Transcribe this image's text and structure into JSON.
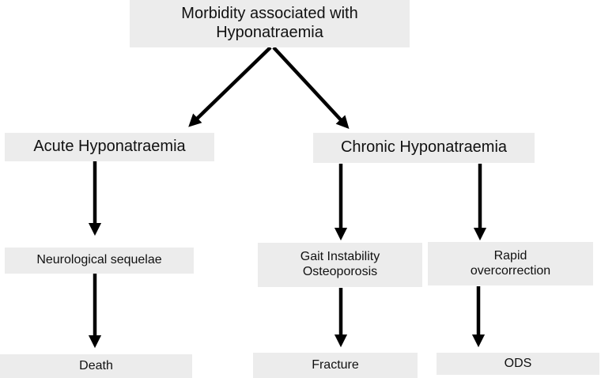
{
  "diagram": {
    "root": {
      "lines": [
        "Morbidity associated with",
        "Hyponatraemia"
      ]
    },
    "acute": {
      "label": "Acute Hyponatraemia"
    },
    "chronic": {
      "label": "Chronic Hyponatraemia"
    },
    "neuro": {
      "label": "Neurological sequelae"
    },
    "gait": {
      "lines": [
        "Gait Instability",
        "Osteoporosis"
      ]
    },
    "rapid": {
      "lines": [
        "Rapid",
        "overcorrection"
      ]
    },
    "death": {
      "label": "Death"
    },
    "fracture": {
      "label": "Fracture"
    },
    "ods": {
      "label": "ODS"
    }
  },
  "colors": {
    "box_fill": "#ececec",
    "arrow": "#000000",
    "text": "#111111"
  }
}
